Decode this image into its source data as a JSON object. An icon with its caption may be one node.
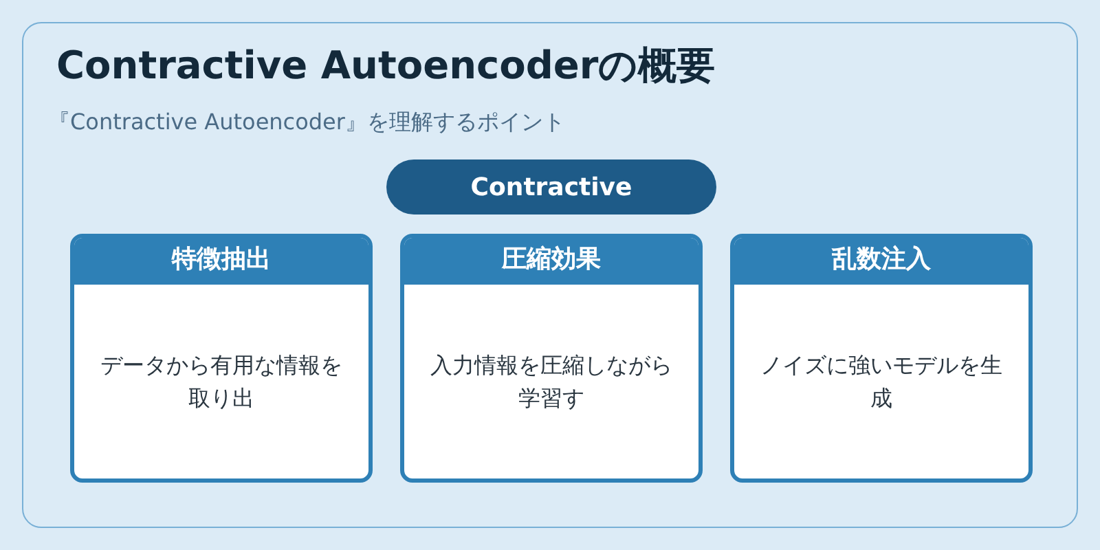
{
  "diagram": {
    "nodes": [
      {
        "text": [
          "Contractive Autoencoderの概要",
          "『Contractive Autoencoder』を理解するポイント"
        ]
      },
      {
        "text": [
          "Contractive"
        ],
        "in": 0
      },
      {
        "text": [
          "特徴抽出",
          "データから有用な情報を取り出"
        ],
        "in": 0
      },
      {
        "text": [
          "圧縮効果",
          "入力情報を圧縮しながら学習す"
        ],
        "in": 0
      },
      {
        "text": [
          "乱数注入",
          "ノイズに強いモデルを生成"
        ],
        "in": 0
      }
    ]
  }
}
